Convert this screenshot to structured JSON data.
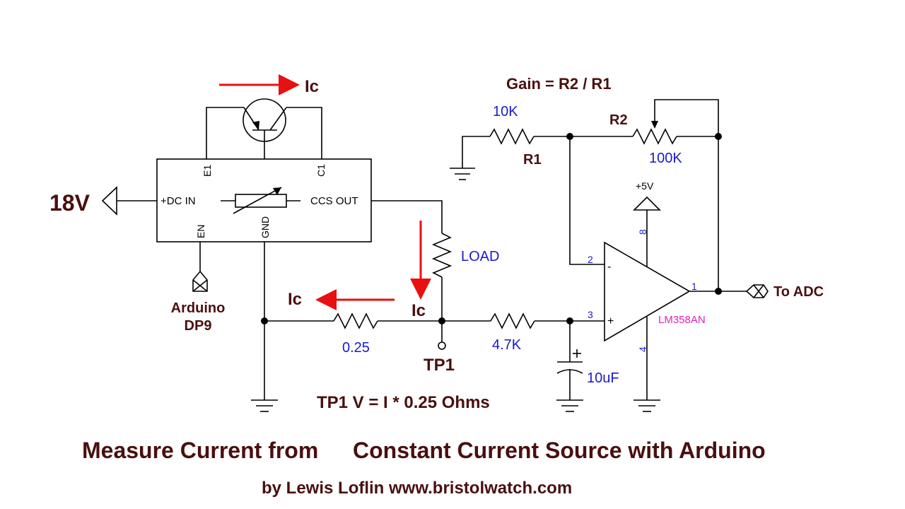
{
  "diagram": {
    "title": "Measure Current from Constant Current Source with Arduino",
    "title_part1": "Measure Current from",
    "title_part2": "Constant Current Source with Arduino",
    "byline": "by Lewis Loflin www.bristolwatch.com",
    "gain_formula": "Gain = R2 / R1",
    "supply_label": "18V",
    "current_label": "Ic",
    "ccs_module": {
      "pins": {
        "e1": "E1",
        "c1": "C1",
        "dc_in": "+DC IN",
        "ccs_out": "CCS OUT",
        "en": "EN",
        "gnd": "GND"
      }
    },
    "enable_input": {
      "line1": "Arduino",
      "line2": "DP9"
    },
    "load": "LOAD",
    "sense_resistor": "0.25",
    "test_point": "TP1",
    "tp_formula": "TP1 V = I * 0.25 Ohms",
    "filter_resistor": "4.7K",
    "filter_cap": "10uF",
    "r1": {
      "name": "R1",
      "value": "10K"
    },
    "r2": {
      "name": "R2",
      "value": "100K"
    },
    "opamp": {
      "part": "LM358AN",
      "supply": "+5V",
      "pin_inv": "2",
      "pin_noninv": "3",
      "pin_out": "1",
      "pin_vcc": "8",
      "pin_gnd": "4",
      "minus": "-",
      "plus": "+"
    },
    "output_label": "To ADC",
    "colors": {
      "label_dark": "#4a0f0f",
      "label_blue": "#1a1acc",
      "arrow_red": "#e81010",
      "part_magenta": "#e020c0",
      "wire": "#000000"
    }
  }
}
